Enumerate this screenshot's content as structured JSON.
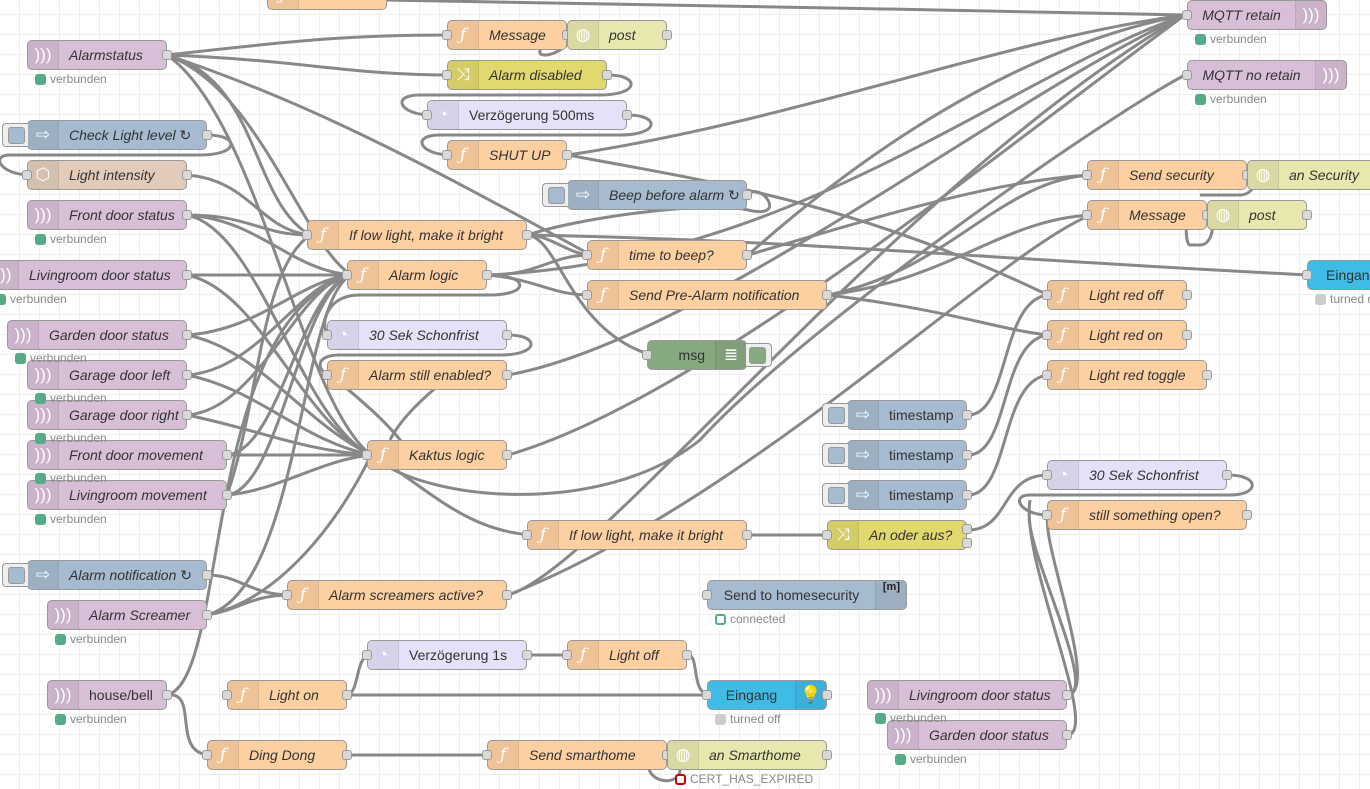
{
  "app": "Node-RED flow editor",
  "status_text": {
    "connected_de": "verbunden",
    "connected_en": "connected",
    "turned_off": "turned off",
    "cert_expired": "CERT_HAS_EXPIRED"
  },
  "nodes": {
    "alarmstatus": {
      "label": "Alarmstatus",
      "type": "mqtt-in",
      "icon": "mqtt-icon"
    },
    "check_light": {
      "label": "Check Light level ↻",
      "type": "inject",
      "icon": "inject-arrow-icon"
    },
    "light_intensity": {
      "label": "Light intensity",
      "type": "sensor",
      "icon": "dodecahedron-icon"
    },
    "front_door_status": {
      "label": "Front door status",
      "type": "mqtt-in"
    },
    "livingroom_door_status": {
      "label": "Livingroom door status",
      "type": "mqtt-in"
    },
    "garden_door_status": {
      "label": "Garden door status",
      "type": "mqtt-in"
    },
    "garage_left": {
      "label": "Garage door left",
      "type": "mqtt-in"
    },
    "garage_right": {
      "label": "Garage door right",
      "type": "mqtt-in"
    },
    "front_door_movement": {
      "label": "Front door movement",
      "type": "mqtt-in"
    },
    "livingroom_movement": {
      "label": "Livingroom movement",
      "type": "mqtt-in"
    },
    "alarm_notification": {
      "label": "Alarm notification ↻",
      "type": "inject"
    },
    "alarm_screamer": {
      "label": "Alarm Screamer",
      "type": "mqtt-in"
    },
    "house_bell": {
      "label": "house/bell",
      "type": "mqtt-in"
    },
    "message1": {
      "label": "Message",
      "type": "function"
    },
    "post1": {
      "label": "post",
      "type": "http-request"
    },
    "alarm_disabled": {
      "label": "Alarm disabled",
      "type": "switch"
    },
    "delay500": {
      "label": "Verzögerung 500ms",
      "type": "delay"
    },
    "shut_up": {
      "label": "SHUT UP",
      "type": "function"
    },
    "beep_before": {
      "label": "Beep before alarm ↻",
      "type": "inject"
    },
    "if_low_light1": {
      "label": "If low light, make it bright",
      "type": "function"
    },
    "alarm_logic": {
      "label": "Alarm logic",
      "type": "function"
    },
    "schonfrist1": {
      "label": "30 Sek Schonfrist",
      "type": "delay"
    },
    "alarm_still": {
      "label": "Alarm still enabled?",
      "type": "function"
    },
    "kaktus": {
      "label": "Kaktus logic",
      "type": "function"
    },
    "time_to_beep": {
      "label": "time to beep?",
      "type": "function"
    },
    "pre_alarm": {
      "label": "Send Pre-Alarm notification",
      "type": "function"
    },
    "msg_debug": {
      "label": "msg",
      "type": "debug"
    },
    "if_low_light2": {
      "label": "If low light, make it bright",
      "type": "function"
    },
    "alarm_screamers_active": {
      "label": "Alarm screamers active?",
      "type": "function"
    },
    "delay1s": {
      "label": "Verzögerung 1s",
      "type": "delay"
    },
    "light_off": {
      "label": "Light off",
      "type": "function"
    },
    "light_on": {
      "label": "Light on",
      "type": "function"
    },
    "ding_dong": {
      "label": "Ding Dong",
      "type": "function"
    },
    "send_smarthome": {
      "label": "Send smarthome",
      "type": "function"
    },
    "an_smarthome": {
      "label": "an Smarthome",
      "type": "http-request"
    },
    "send_homesecurity": {
      "label": "Send to homesecurity",
      "type": "tcp-out",
      "tag": "[m]"
    },
    "eingang1": {
      "label": "Eingang",
      "type": "hue-light"
    },
    "eingang2": {
      "label": "Eingang",
      "type": "hue-light"
    },
    "mqtt_retain": {
      "label": "MQTT retain",
      "type": "mqtt-out"
    },
    "mqtt_no_retain": {
      "label": "MQTT no retain",
      "type": "mqtt-out"
    },
    "send_security": {
      "label": "Send security",
      "type": "function"
    },
    "an_security": {
      "label": "an Security",
      "type": "http-request"
    },
    "message2": {
      "label": "Message",
      "type": "function"
    },
    "post2": {
      "label": "post",
      "type": "http-request"
    },
    "light_red_off": {
      "label": "Light red off",
      "type": "function"
    },
    "light_red_on": {
      "label": "Light red on",
      "type": "function"
    },
    "light_red_toggle": {
      "label": "Light red toggle",
      "type": "function"
    },
    "ts1": {
      "label": "timestamp",
      "type": "inject"
    },
    "ts2": {
      "label": "timestamp",
      "type": "inject"
    },
    "ts3": {
      "label": "timestamp",
      "type": "inject"
    },
    "an_oder_aus": {
      "label": "An oder aus?",
      "type": "switch"
    },
    "schonfrist2": {
      "label": "30 Sek Schonfrist",
      "type": "delay"
    },
    "still_open": {
      "label": "still something open?",
      "type": "function"
    },
    "livingroom_door_status2": {
      "label": "Livingroom door status",
      "type": "mqtt-in"
    },
    "garden_door_status2": {
      "label": "Garden door status",
      "type": "mqtt-in"
    }
  }
}
